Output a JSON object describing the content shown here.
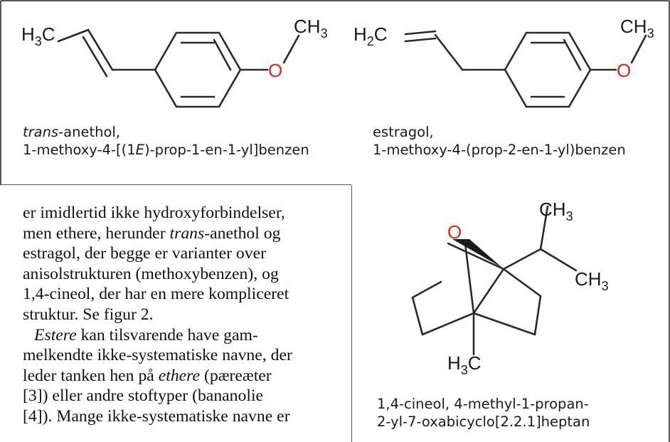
{
  "figure": {
    "molecules": {
      "anethol": {
        "labels": {
          "left_methyl": "H",
          "left_methyl_sub": "3",
          "left_methyl_tail": "C",
          "methoxy_o": "O",
          "methoxy_ch": "CH",
          "methoxy_sub": "3"
        },
        "caption_line1_italic": "trans",
        "caption_line1_rest": "-anethol,",
        "caption_line2_a": "1-methoxy-4-[(1",
        "caption_line2_italic": "E",
        "caption_line2_b": ")-prop-1-en-1-yl]benzen"
      },
      "estragol": {
        "labels": {
          "left_methylene": "H",
          "left_methylene_sub": "2",
          "left_methylene_tail": "C",
          "methoxy_o": "O",
          "methoxy_ch": "CH",
          "methoxy_sub": "3"
        },
        "caption_line1": "estragol,",
        "caption_line2": "1-methoxy-4-(prop-2-en-1-yl)benzen"
      },
      "cineol": {
        "labels": {
          "bridge_o": "O",
          "top_ch": "CH",
          "top_sub": "3",
          "right_ch": "CH",
          "right_sub": "3",
          "bottom_h": "H",
          "bottom_sub": "3",
          "bottom_c": "C"
        },
        "caption_line1": "1,4-cineol, 4-methyl-1-propan-",
        "caption_line2": "2-yl-7-oxabicyclo[2.2.1]heptan"
      }
    },
    "colors": {
      "oxygen": "#e8241c",
      "bond": "#2a2a2a",
      "frame": "#222222"
    }
  },
  "body_text": {
    "line1": "er imidlertid ikke hydroxyforbindelser,",
    "line2_a": "men ethere, herunder ",
    "line2_italic": "trans",
    "line2_b": "-anethol og",
    "line3": "estragol, der begge er varianter over",
    "line4": "anisolstrukturen (methoxybenzen), og",
    "line5": "1,4-cineol, der har en mere kompliceret",
    "line6": "struktur. Se figur 2.",
    "line7_italic": "Estere",
    "line7_rest": " kan tilsvarende have gam-",
    "line8": "melkendte ikke-systematiske navne, der",
    "line9_a": "leder tanken hen på ",
    "line9_italic": "ethere",
    "line9_b": " (pæreæter",
    "line10": "[3]) eller andre stoftyper (bananolie",
    "line11": "[4]). Mange ikke-systematiske navne er"
  }
}
